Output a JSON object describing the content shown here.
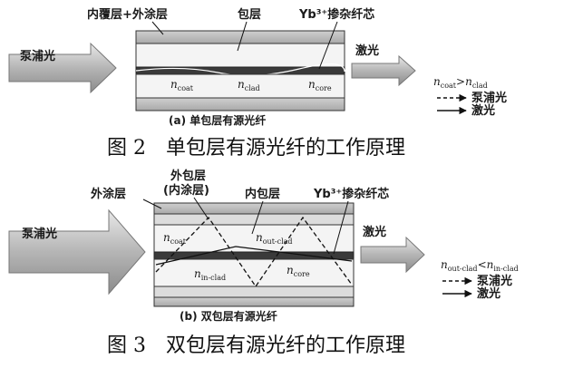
{
  "fig_a": {
    "label_inner_outer": "内覆层+外涂层",
    "label_cladding": "包层",
    "label_core": "Yb³⁺掺杂纤芯",
    "label_pump": "泵浦光",
    "label_laser": "激光",
    "n_coat": "n",
    "n_coat_sub": "coat",
    "n_clad": "n",
    "n_clad_sub": "clad",
    "n_core": "n",
    "n_core_sub": "core",
    "cond_left": "n",
    "cond_left_sub": "coat",
    "cond_op": ">n",
    "cond_right_sub": "clad",
    "legend_pump": "泵浦光",
    "legend_laser": "激光",
    "sub_caption": "(a) 单包层有源光纤"
  },
  "caption_2": "图 2　单包层有源光纤的工作原理",
  "fig_b": {
    "label_outer_coat": "外涂层",
    "label_outer_clad_1": "外包层",
    "label_outer_clad_2": "(内涂层)",
    "label_inner_clad": "内包层",
    "label_core": "Yb³⁺掺杂纤芯",
    "label_pump": "泵浦光",
    "label_laser": "激光",
    "n_coat": "n",
    "n_coat_sub": "coat",
    "n_outclad": "n",
    "n_outclad_sub": "out-clad",
    "n_inclad": "n",
    "n_inclad_sub": "in-clad",
    "n_core": "n",
    "n_core_sub": "core",
    "cond_left": "n",
    "cond_left_sub": "out-clad",
    "cond_op": "<n",
    "cond_right_sub": "in-clad",
    "legend_pump": "泵浦光",
    "legend_laser": "激光",
    "sub_caption": "(b) 双包层有源光纤"
  },
  "caption_3": "图 3　双包层有源光纤的工作原理"
}
